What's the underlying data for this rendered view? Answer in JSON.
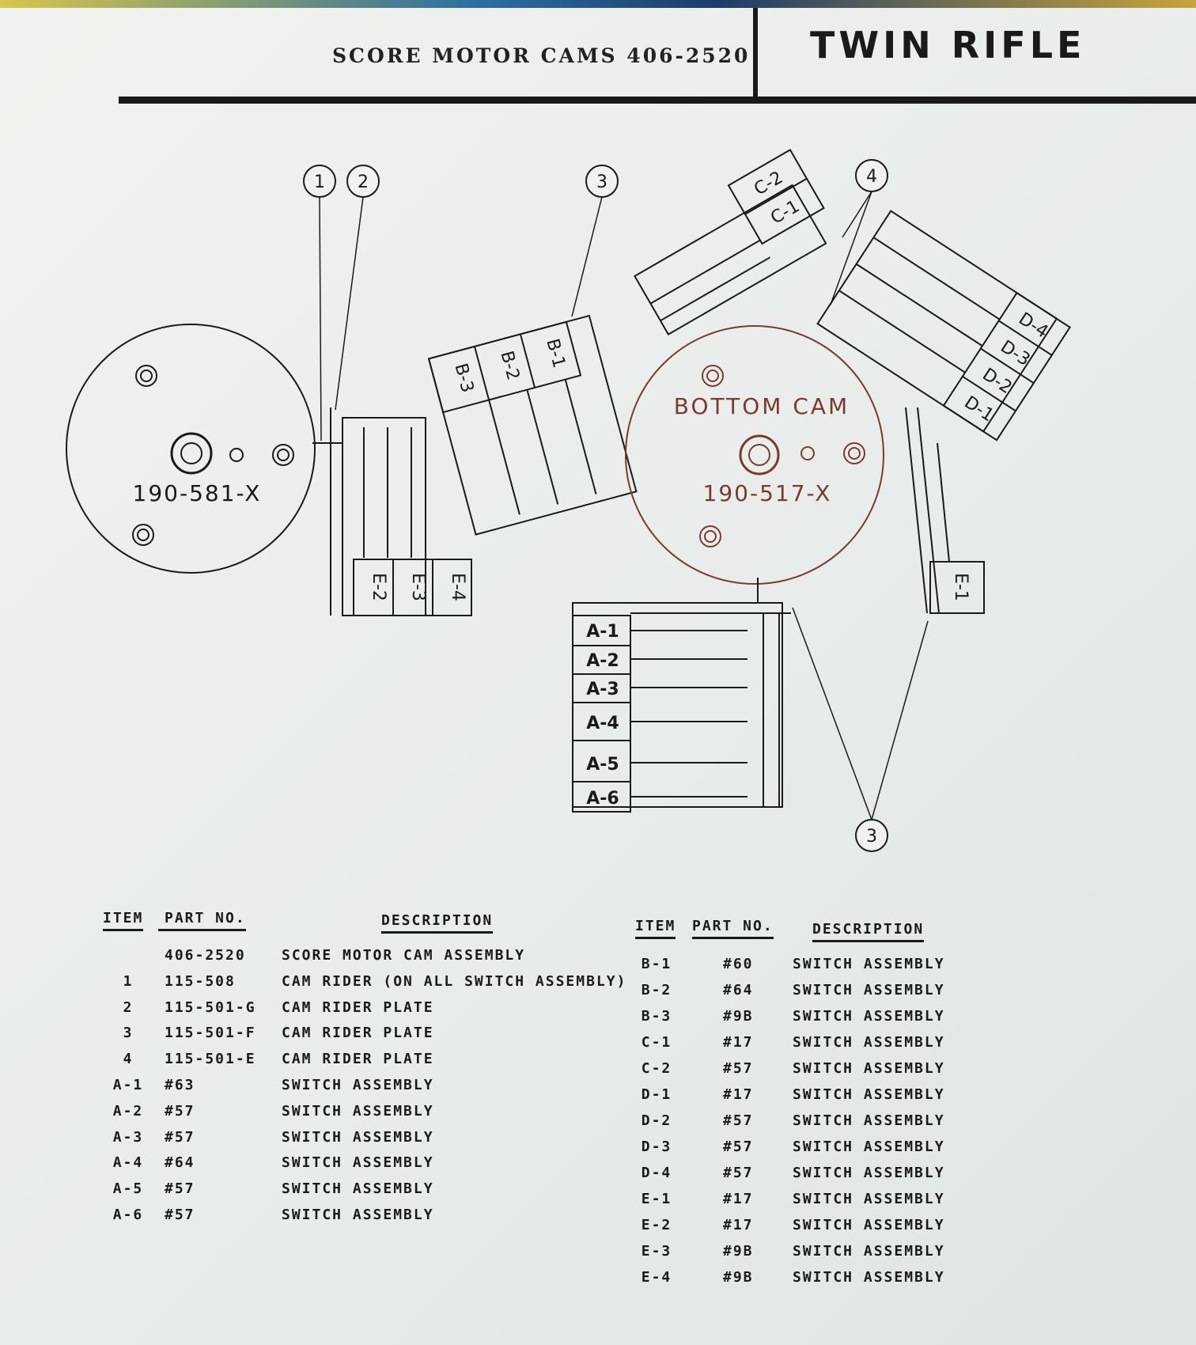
{
  "header": {
    "title": "SCORE MOTOR CAMS 406-2520",
    "game_name": "TWIN RIFLE"
  },
  "diagram": {
    "left_cam_part": "190-581-X",
    "bottom_cam_label": "BOTTOM CAM",
    "bottom_cam_part": "190-517-X",
    "callouts": [
      "1",
      "2",
      "3",
      "4",
      "3"
    ],
    "switch_labels": {
      "A": [
        "A-1",
        "A-2",
        "A-3",
        "A-4",
        "A-5",
        "A-6"
      ],
      "B": [
        "B-3",
        "B-2",
        "B-1"
      ],
      "C": [
        "C-2",
        "C-1"
      ],
      "D": [
        "D-4",
        "D-3",
        "D-2",
        "D-1"
      ],
      "E_left": [
        "E-2",
        "E-3",
        "E-4"
      ],
      "E_right": [
        "E-1"
      ]
    },
    "colors": {
      "ink": "#1a1a1a",
      "bottom_cam_ink": "#7a3b2e"
    }
  },
  "parts_table_left": {
    "headers": {
      "item": "ITEM",
      "part_no": "PART NO.",
      "description": "DESCRIPTION"
    },
    "rows": [
      {
        "item": "",
        "part_no": "406-2520",
        "description": "SCORE MOTOR CAM ASSEMBLY"
      },
      {
        "item": "1",
        "part_no": "115-508",
        "description": "CAM RIDER (ON ALL SWITCH ASSEMBLY)"
      },
      {
        "item": "2",
        "part_no": "115-501-G",
        "description": "CAM RIDER PLATE"
      },
      {
        "item": "3",
        "part_no": "115-501-F",
        "description": "CAM RIDER PLATE"
      },
      {
        "item": "4",
        "part_no": "115-501-E",
        "description": "CAM RIDER PLATE"
      },
      {
        "item": "A-1",
        "part_no": "#63",
        "description": "SWITCH ASSEMBLY"
      },
      {
        "item": "A-2",
        "part_no": "#57",
        "description": "SWITCH ASSEMBLY"
      },
      {
        "item": "A-3",
        "part_no": "#57",
        "description": "SWITCH ASSEMBLY"
      },
      {
        "item": "A-4",
        "part_no": "#64",
        "description": "SWITCH ASSEMBLY"
      },
      {
        "item": "A-5",
        "part_no": "#57",
        "description": "SWITCH ASSEMBLY"
      },
      {
        "item": "A-6",
        "part_no": "#57",
        "description": "SWITCH ASSEMBLY"
      }
    ]
  },
  "parts_table_right": {
    "headers": {
      "item": "ITEM",
      "part_no": "PART NO.",
      "description": "DESCRIPTION"
    },
    "rows": [
      {
        "item": "B-1",
        "part_no": "#60",
        "description": "SWITCH ASSEMBLY"
      },
      {
        "item": "B-2",
        "part_no": "#64",
        "description": "SWITCH ASSEMBLY"
      },
      {
        "item": "B-3",
        "part_no": "#9B",
        "description": "SWITCH ASSEMBLY"
      },
      {
        "item": "C-1",
        "part_no": "#17",
        "description": "SWITCH ASSEMBLY"
      },
      {
        "item": "C-2",
        "part_no": "#57",
        "description": "SWITCH ASSEMBLY"
      },
      {
        "item": "D-1",
        "part_no": "#17",
        "description": "SWITCH ASSEMBLY"
      },
      {
        "item": "D-2",
        "part_no": "#57",
        "description": "SWITCH ASSEMBLY"
      },
      {
        "item": "D-3",
        "part_no": "#57",
        "description": "SWITCH ASSEMBLY"
      },
      {
        "item": "D-4",
        "part_no": "#57",
        "description": "SWITCH ASSEMBLY"
      },
      {
        "item": "E-1",
        "part_no": "#17",
        "description": "SWITCH ASSEMBLY"
      },
      {
        "item": "E-2",
        "part_no": "#17",
        "description": "SWITCH ASSEMBLY"
      },
      {
        "item": "E-3",
        "part_no": "#9B",
        "description": "SWITCH ASSEMBLY"
      },
      {
        "item": "E-4",
        "part_no": "#9B",
        "description": "SWITCH ASSEMBLY"
      }
    ]
  }
}
